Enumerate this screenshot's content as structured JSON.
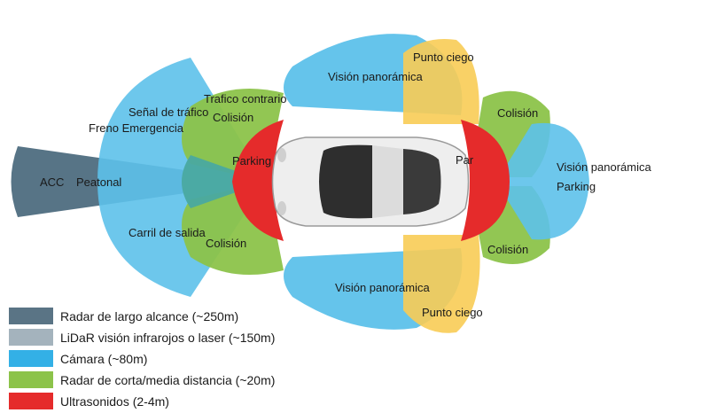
{
  "colors": {
    "long_range_radar": "#4e6d80",
    "lidar": "#9dadb8",
    "camera": "#5dc1ea",
    "short_mid_radar": "#8cc34a",
    "ultrasonic": "#e52b2b",
    "blind_spot": "#f8cc55",
    "car_body": "#eeeeee"
  },
  "labels": {
    "acc": "ACC",
    "peatonal": "Peatonal",
    "freno_emergencia": "Freno Emergencia",
    "senal_trafico": "Señal de tráfico",
    "trafico_contrario": "Trafico contrario",
    "colision_front_top": "Colisión",
    "parking_front": "Parking",
    "carril_salida": "Carril de salida",
    "colision_front_bottom": "Colisión",
    "vision_top": "Visión panorámica",
    "punto_ciego_top": "Punto ciego",
    "vision_bottom": "Visión panorámica",
    "punto_ciego_bottom": "Punto ciego",
    "colision_rear_top": "Colisión",
    "parking_rear_partial": "Par",
    "vision_rear": "Visión panorámica",
    "parking_rear": "Parking",
    "colision_rear_bottom": "Colisión"
  },
  "legend": [
    {
      "label": "Radar de largo alcance (~250m)",
      "color": "#5a7485"
    },
    {
      "label": "LiDaR visión infrarojos o laser (~150m)",
      "color": "#a4b3bd"
    },
    {
      "label": "Cámara (~80m)",
      "color": "#33b0e6"
    },
    {
      "label": "Radar de corta/media distancia (~20m)",
      "color": "#8cc34a"
    },
    {
      "label": "Ultrasonidos (2-4m)",
      "color": "#e52b2b"
    }
  ]
}
